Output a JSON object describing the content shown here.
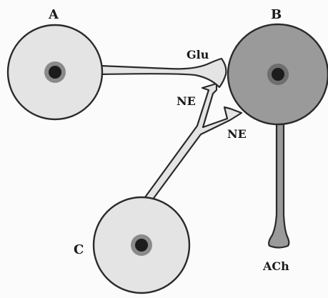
{
  "diagram": {
    "cells": {
      "a": {
        "label": "A"
      },
      "b": {
        "label": "B"
      },
      "c": {
        "label": "C"
      }
    },
    "neurotransmitters": {
      "glu": "Glu",
      "ne_upper": "NE",
      "ne_lower": "NE",
      "ach": "ACh"
    }
  },
  "colors": {
    "light_cell": "#e4e4e4",
    "dark_cell": "#9a9a9a",
    "nucleus_ring": "#8a8a8a",
    "nucleus_core": "#1c1c1c",
    "outline": "#2a2a2a"
  }
}
